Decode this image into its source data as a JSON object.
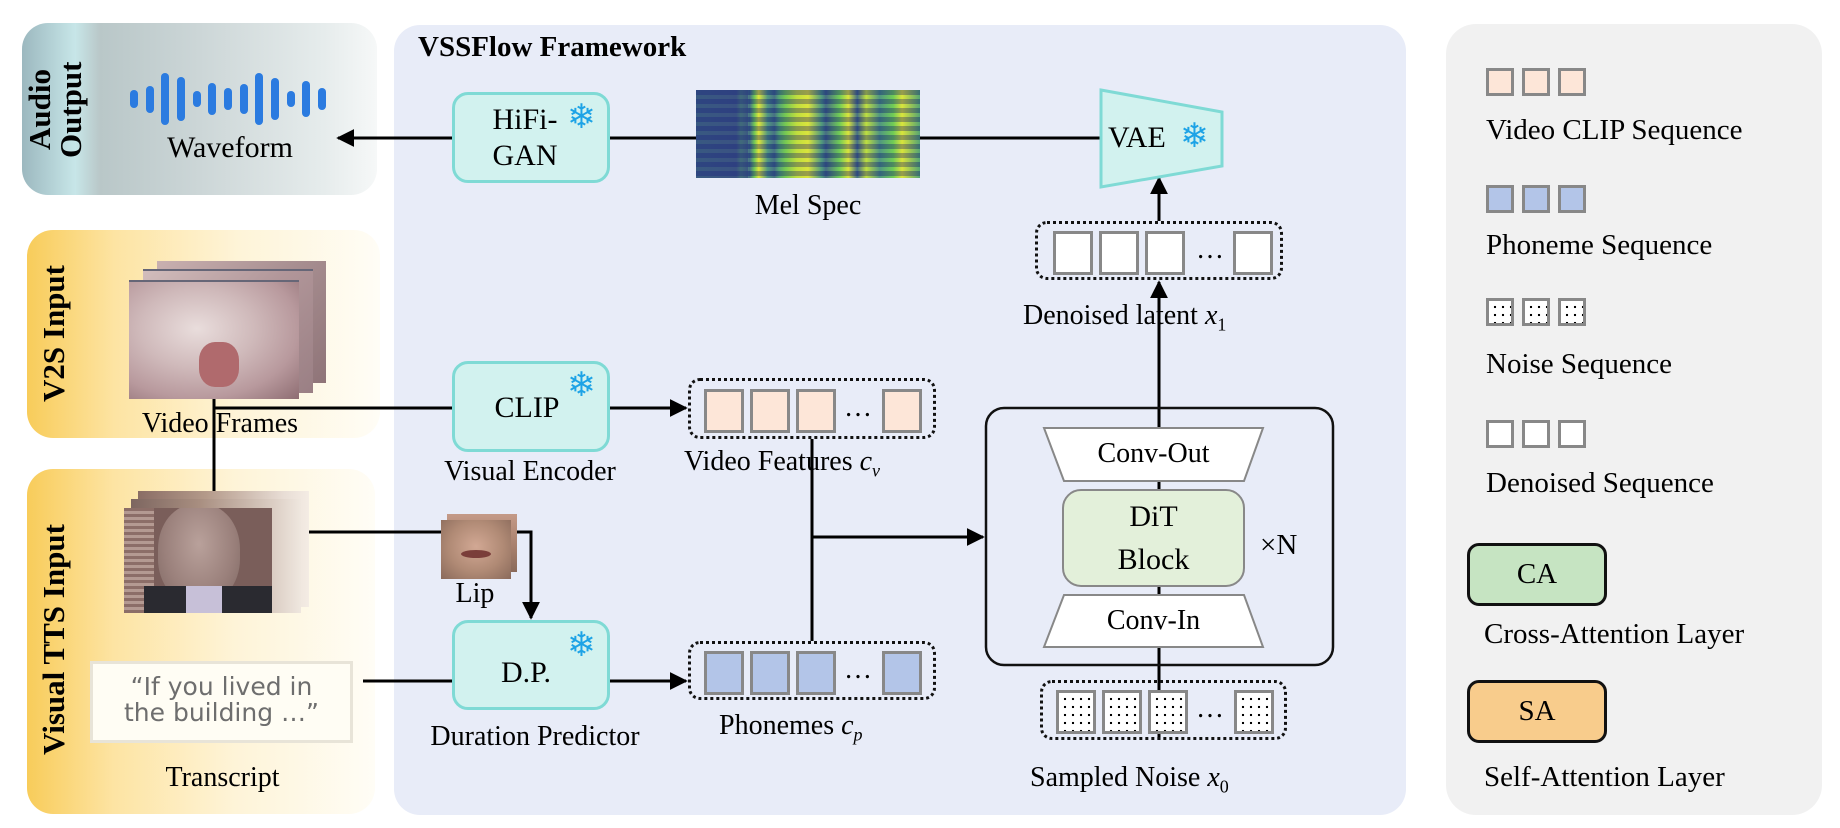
{
  "panels": {
    "audio_output": {
      "label_line1": "Audio",
      "label_line2": "Output",
      "waveform_label": "Waveform",
      "waveform_bars": [
        0.35,
        0.5,
        0.95,
        0.8,
        0.3,
        0.6,
        0.4,
        0.55,
        0.97,
        0.78,
        0.3,
        0.68,
        0.42
      ]
    },
    "v2s_input": {
      "label": "V2S  Input",
      "video_frames_label": "Video Frames"
    },
    "tts_input": {
      "label": "Visual TTS  Input",
      "lip_label": "Lip",
      "transcript_line1": "“If you lived in",
      "transcript_line2": "the building …”",
      "transcript_label": "Transcript"
    }
  },
  "framework": {
    "title": "VSSFlow Framework",
    "hifigan": {
      "line1": "HiFi-",
      "line2": "GAN",
      "frozen": true
    },
    "mel_spec_label": "Mel Spec",
    "vae": {
      "label": "VAE",
      "frozen": true
    },
    "denoised_latent": {
      "label": "Denoised latent ",
      "symbol": "x",
      "subscript": "1"
    },
    "clip": {
      "label": "CLIP",
      "caption": "Visual Encoder",
      "frozen": true
    },
    "video_features": {
      "label": "Video Features ",
      "symbol": "c",
      "subscript": "v"
    },
    "duration_predictor": {
      "label": "D.P.",
      "caption": "Duration Predictor",
      "frozen": true
    },
    "phonemes": {
      "label": "Phonemes ",
      "symbol": "c",
      "subscript": "p"
    },
    "dit_stack": {
      "conv_out": "Conv-Out",
      "dit_line1": "DiT",
      "dit_line2": "Block",
      "conv_in": "Conv-In",
      "repeat": "×N"
    },
    "sampled_noise": {
      "label": "Sampled Noise ",
      "symbol": "x",
      "subscript": "0"
    },
    "ellipsis": "…",
    "snowflake": "❄"
  },
  "legend": {
    "items": [
      {
        "label": "Video CLIP Sequence",
        "style": "peach"
      },
      {
        "label": "Phoneme Sequence",
        "style": "blue"
      },
      {
        "label": "Noise Sequence",
        "style": "noise"
      },
      {
        "label": "Denoised Sequence",
        "style": "white"
      }
    ],
    "ca": {
      "abbr": "CA",
      "label": "Cross-Attention Layer",
      "color": "#c6e4c2"
    },
    "sa": {
      "abbr": "SA",
      "label": "Self-Attention   Layer",
      "color": "#f8cc8c"
    }
  },
  "colors": {
    "waveform": "#2b7be0",
    "module_fill": "#d2f2ef",
    "module_border": "#7fdad5",
    "snowflake": "#1da3e6",
    "dit_fill": "#e3f0da",
    "framework_bg": "#e8ecf8",
    "legend_bg": "#f1f1f1"
  }
}
